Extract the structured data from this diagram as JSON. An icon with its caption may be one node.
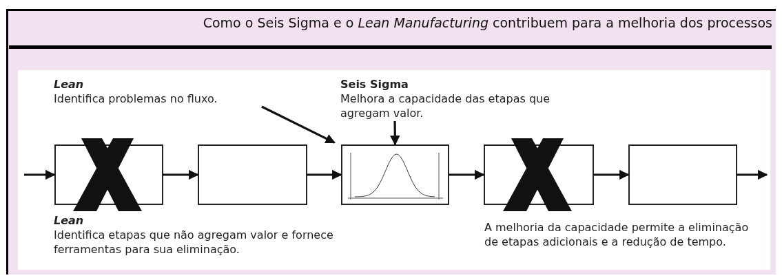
{
  "diagram": {
    "title": "Como o Seis Sigma e o *Lean Manufacturing* contribuem para a melhoria dos processos",
    "nodes": [
      {
        "text": [
          "*Lean*",
          "Identifica problemas no fluxo."
        ]
      },
      {
        "text": [
          "Seis Sigma",
          "Melhora a capacidade das etapas que agregam valor."
        ]
      },
      {
        "text": [],
        "shape": "box"
      },
      {
        "text": [],
        "shape": "box"
      },
      {
        "text": [],
        "shape": "box"
      },
      {
        "text": [],
        "shape": "box"
      },
      {
        "text": [],
        "shape": "box"
      },
      {
        "text": [
          "*Lean*",
          "Identifica etapas que não agregam valor e fornece ferramentas para sua eliminação."
        ]
      },
      {
        "text": [
          "A melhoria da capacidade permite a eliminação de etapas adicionais e a redução de tempo."
        ]
      }
    ],
    "edges": [
      {
        "from": null,
        "to": 2,
        "arrow": "to"
      },
      {
        "from": 2,
        "to": 3,
        "arrow": "to"
      },
      {
        "from": 3,
        "to": 4,
        "arrow": "to"
      },
      {
        "from": 4,
        "to": 5,
        "arrow": "to"
      },
      {
        "from": 5,
        "to": 6,
        "arrow": "to"
      },
      {
        "from": 6,
        "to": null,
        "arrow": "to"
      },
      {
        "from": 0,
        "to": 4,
        "arrow": "to"
      },
      {
        "from": 1,
        "to": 4,
        "arrow": "to"
      }
    ]
  }
}
